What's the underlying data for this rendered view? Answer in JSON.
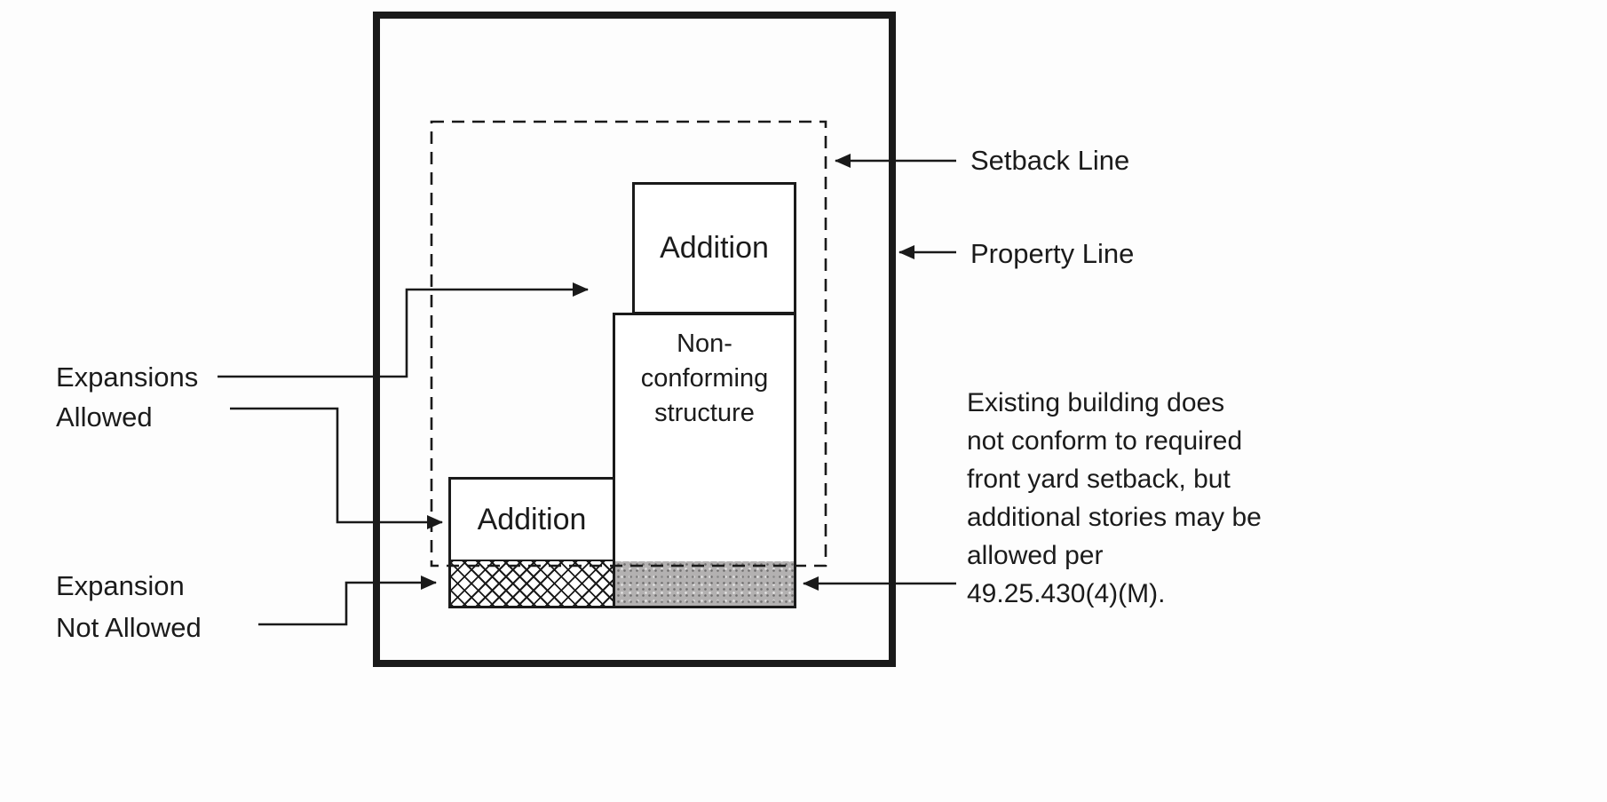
{
  "colors": {
    "line": "#1a1a1a",
    "ink": "#1b1b1b",
    "gray_fill": "#b3b1b1",
    "background": "#fdfdfd"
  },
  "boxes": {
    "addition_top_label": "Addition",
    "addition_bottom_label": "Addition",
    "nonconforming_lines": [
      "Non-",
      "conforming",
      "structure"
    ]
  },
  "callouts": {
    "setback_line_label": "Setback Line",
    "property_line_label": "Property Line",
    "expansions_allowed_lines": [
      "Expansions",
      "Allowed"
    ],
    "expansion_not_allowed_lines": [
      "Expansion",
      "Not Allowed"
    ],
    "note_lines": [
      "Existing building does",
      "not conform to required",
      "front yard setback, but",
      "additional stories may be",
      "allowed per",
      "49.25.430(4)(M)."
    ]
  }
}
